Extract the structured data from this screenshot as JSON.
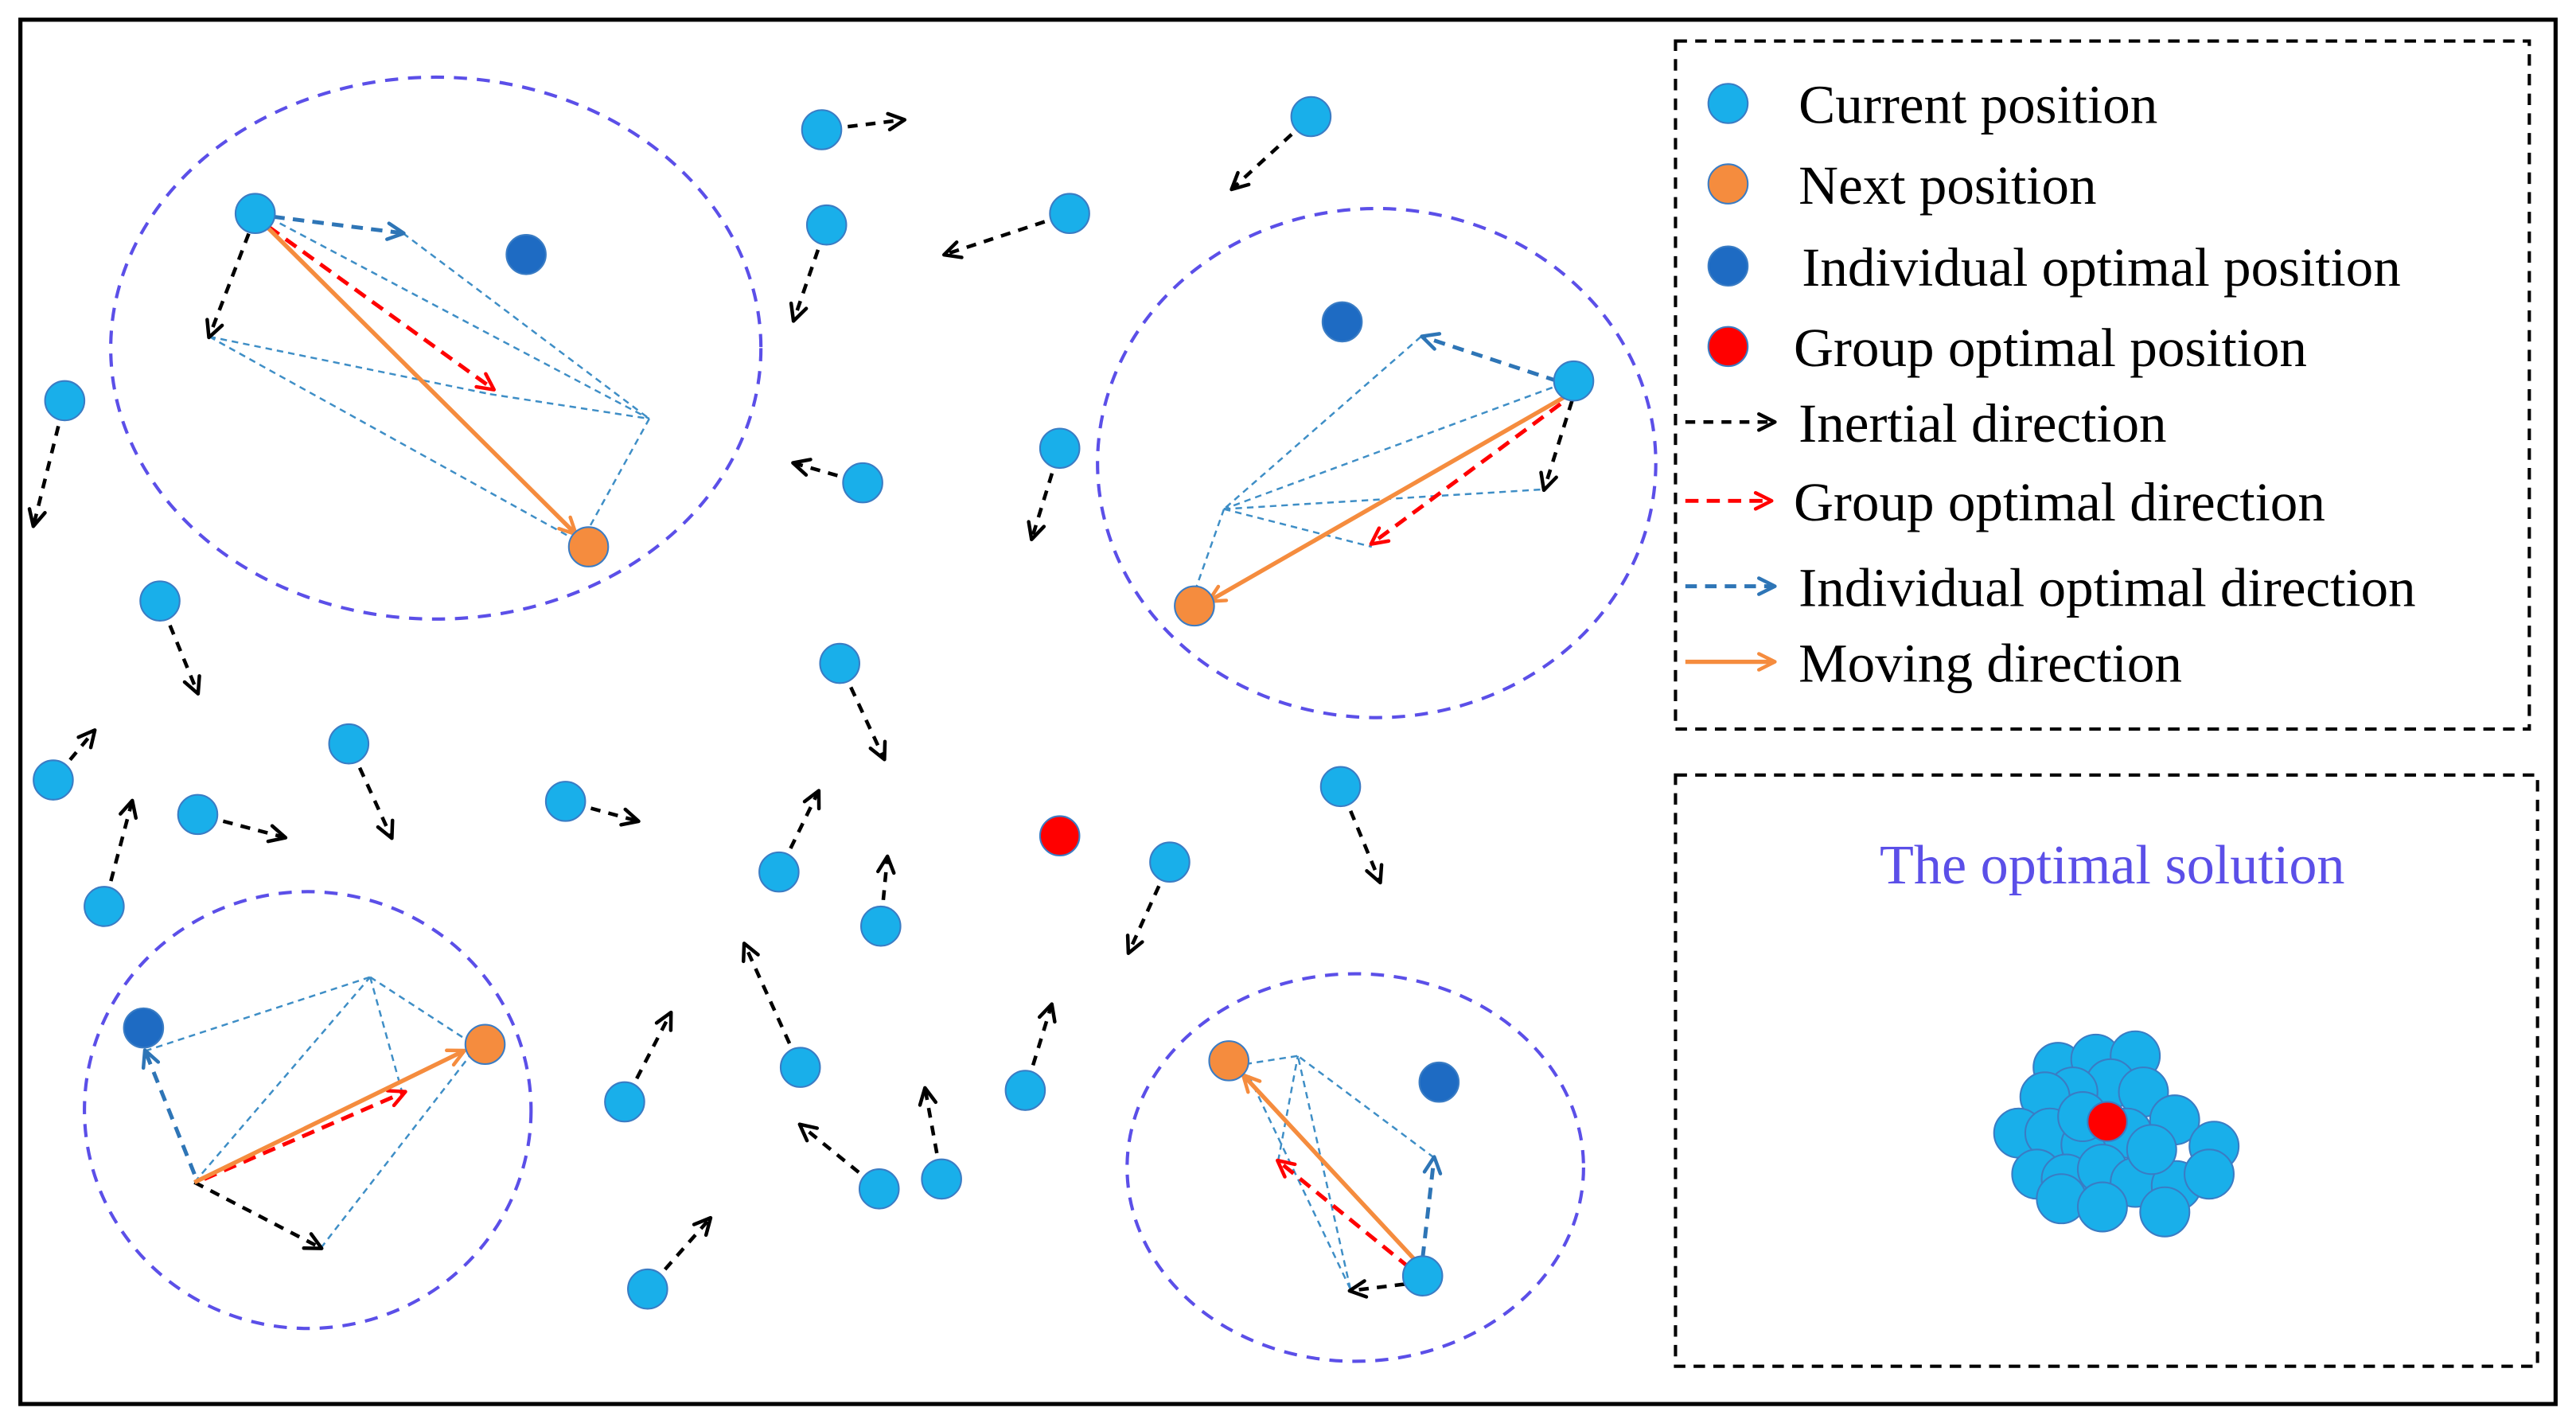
{
  "legend": {
    "items": [
      {
        "label": "Current position",
        "icon": "light-blue-circle-icon"
      },
      {
        "label": "Next position",
        "icon": "orange-circle-icon"
      },
      {
        "label": "Individual optimal position",
        "icon": "dark-blue-circle-icon"
      },
      {
        "label": "Group optimal position",
        "icon": "red-circle-icon"
      },
      {
        "label": "Inertial direction",
        "icon": "black-dashed-arrow-icon"
      },
      {
        "label": "Group optimal direction",
        "icon": "red-dashed-arrow-icon"
      },
      {
        "label": "Individual optimal direction",
        "icon": "blue-dashed-arrow-icon"
      },
      {
        "label": "Moving direction",
        "icon": "orange-solid-arrow-icon"
      }
    ]
  },
  "optimal_panel": {
    "title": "The optimal solution"
  },
  "colors": {
    "current_position": "#19AFEA",
    "next_position": "#F58C3E",
    "individual_optimal_position": "#1E6BC3",
    "group_optimal_position": "#FF0000",
    "particle_outline": "#3A7CC4",
    "inertial_direction": "#000000",
    "group_optimal_direction": "#FF0000",
    "individual_optimal_direction": "#2E75B6",
    "moving_direction": "#F58C3E",
    "construction_line": "#3E8EC6",
    "neighborhood_circle": "#5B4FE8",
    "panel_title": "#5B4FE8",
    "frame": "#000000"
  }
}
